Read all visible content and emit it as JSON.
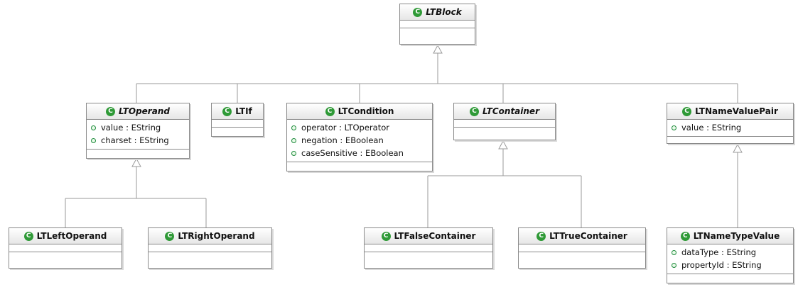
{
  "classes": {
    "lt_block": {
      "name": "LTBlock",
      "abstract": true,
      "attributes": []
    },
    "lt_operand": {
      "name": "LTOperand",
      "abstract": true,
      "attributes": [
        "value : EString",
        "charset : EString"
      ]
    },
    "lt_if": {
      "name": "LTIf",
      "abstract": false,
      "attributes": []
    },
    "lt_condition": {
      "name": "LTCondition",
      "abstract": false,
      "attributes": [
        "operator : LTOperator",
        "negation : EBoolean",
        "caseSensitive : EBoolean"
      ]
    },
    "lt_container": {
      "name": "LTContainer",
      "abstract": true,
      "attributes": []
    },
    "lt_name_value_pair": {
      "name": "LTNameValuePair",
      "abstract": false,
      "attributes": [
        "value : EString"
      ]
    },
    "lt_left_operand": {
      "name": "LTLeftOperand",
      "abstract": false,
      "attributes": []
    },
    "lt_right_operand": {
      "name": "LTRightOperand",
      "abstract": false,
      "attributes": []
    },
    "lt_false_container": {
      "name": "LTFalseContainer",
      "abstract": false,
      "attributes": []
    },
    "lt_true_container": {
      "name": "LTTrueContainer",
      "abstract": false,
      "attributes": []
    },
    "lt_name_type_value": {
      "name": "LTNameTypeValue",
      "abstract": false,
      "attributes": [
        "dataType : EString",
        "propertyId : EString"
      ]
    }
  },
  "icons": {
    "class_icon": "class-icon",
    "attribute_icon": "attribute-icon"
  },
  "colors": {
    "class_icon": "#2f9a37",
    "border": "#8a8a8a",
    "edge": "#9a9a9a"
  }
}
